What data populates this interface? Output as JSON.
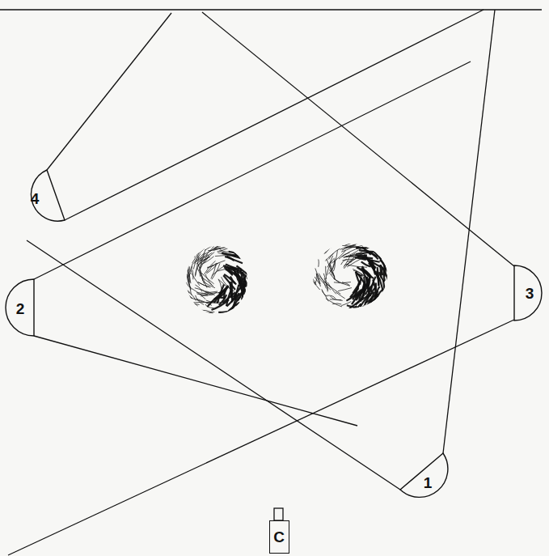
{
  "diagram": {
    "nodes": [
      {
        "text": [
          "4"
        ]
      },
      {
        "text": [
          "3"
        ]
      },
      {
        "text": [
          "2"
        ]
      },
      {
        "text": [
          "1"
        ]
      },
      {
        "text": [
          "C"
        ]
      }
    ]
  }
}
